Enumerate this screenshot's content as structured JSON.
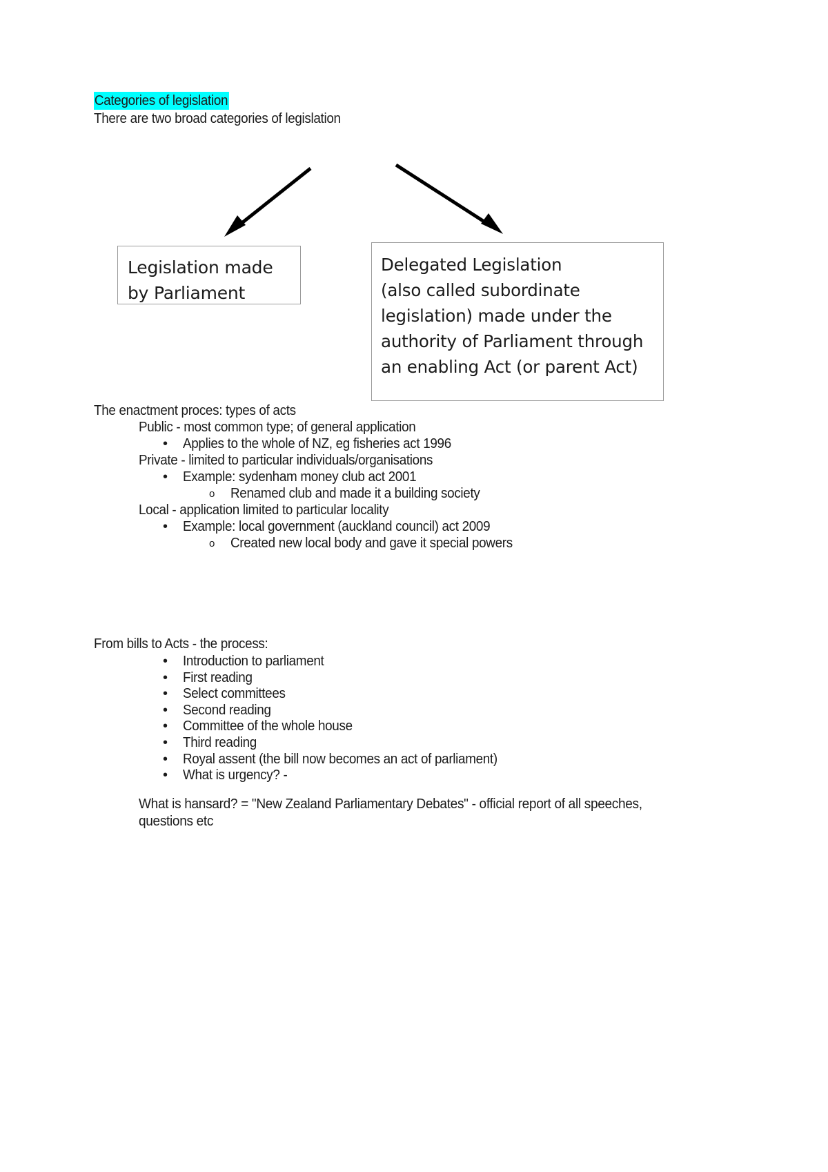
{
  "document": {
    "heading": "Categories of legislation",
    "intro": "There are two broad categories of legislation",
    "diagram": {
      "left_box": {
        "line1": "Legislation made",
        "line2": "by Parliament"
      },
      "right_box": {
        "line1": "Delegated Legislation",
        "line2": "(also called subordinate",
        "line3": "legislation) made under the",
        "line4": "authority of Parliament through",
        "line5": "an enabling Act (or parent Act)"
      },
      "left_arrow_name": "arrow-to-parliament-box",
      "right_arrow_name": "arrow-to-delegated-box"
    },
    "section_enactment": {
      "title": "The enactment proces: types of acts",
      "items": [
        {
          "level": 0,
          "marker": "",
          "text": "Public - most common type; of general application"
        },
        {
          "level": 1,
          "marker": "•",
          "text": "Applies to the whole of NZ, eg fisheries act 1996"
        },
        {
          "level": 0,
          "marker": "",
          "text": "Private - limited to particular individuals/organisations"
        },
        {
          "level": 1,
          "marker": "•",
          "text": "Example: sydenham money club act 2001"
        },
        {
          "level": 2,
          "marker": "o",
          "text": "Renamed club and made it a building society"
        },
        {
          "level": 0,
          "marker": "",
          "text": "Local - application limited to particular locality"
        },
        {
          "level": 1,
          "marker": "•",
          "text": "Example: local government (auckland council) act 2009"
        },
        {
          "level": 2,
          "marker": "o",
          "text": "Created new local body and gave it special powers"
        }
      ]
    },
    "section_process": {
      "title": "From bills to Acts - the process:",
      "items": [
        {
          "level": 1,
          "marker": "•",
          "text": "Introduction to parliament"
        },
        {
          "level": 1,
          "marker": "•",
          "text": "First reading"
        },
        {
          "level": 1,
          "marker": "•",
          "text": "Select committees"
        },
        {
          "level": 1,
          "marker": "•",
          "text": "Second reading"
        },
        {
          "level": 1,
          "marker": "•",
          "text": "Committee of the whole house"
        },
        {
          "level": 1,
          "marker": "•",
          "text": "Third reading"
        },
        {
          "level": 1,
          "marker": "•",
          "text": "Royal assent (the bill now becomes an act of parliament)"
        },
        {
          "level": 1,
          "marker": "•",
          "text": "What is urgency? -"
        }
      ]
    },
    "hansard": "What is hansard? = \"New Zealand Parliamentary Debates\" - official report  of all speeches, questions etc"
  },
  "colors": {
    "highlight": "#00ffff",
    "text": "#1b1b1b",
    "box_border": "#9a9a9a",
    "page_background": "#ffffff"
  }
}
